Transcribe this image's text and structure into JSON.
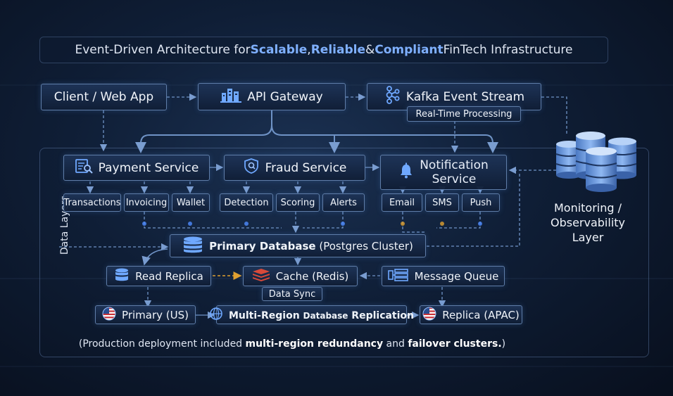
{
  "title": {
    "pre": "Event-Driven Architecture for ",
    "w1": "Scalable",
    "sep1": ", ",
    "w2": "Reliable",
    "sep2": " & ",
    "w3": "Compliant",
    "post": " FinTech Infrastructure"
  },
  "top": {
    "client": "Client / Web App",
    "gateway": "API Gateway",
    "kafka": "Kafka Event Stream",
    "realtime": "Real-Time Processing"
  },
  "side_label": "Data Layers",
  "services": {
    "payment": "Payment Service",
    "fraud": "Fraud Service",
    "notification_line1": "Notification",
    "notification_line2": "Service"
  },
  "sub": {
    "transactions": "Transactions",
    "invoicing": "Invoicing",
    "wallet": "Wallet",
    "detection": "Detection",
    "scoring": "Scoring",
    "alerts": "Alerts",
    "email": "Email",
    "sms": "SMS",
    "push": "Push"
  },
  "data": {
    "primary_db_bold": "Primary Database",
    "primary_db_rest": " (Postgres Cluster)",
    "read_replica": "Read Replica",
    "cache": "Cache (Redis)",
    "queue": "Message Queue",
    "data_sync": "Data Sync",
    "primary_us": "Primary (US)",
    "multi_region_1": "Multi-Region ",
    "multi_region_2": "Database",
    "multi_region_3": " Replication",
    "replica_apac": "Replica (APAC)"
  },
  "monitoring": {
    "line1": "Monitoring /",
    "line2": "Observability",
    "line3": "Layer"
  },
  "footer": {
    "pre": "(Production deployment included ",
    "b1": "multi-region redundancy",
    "mid": " and ",
    "b2": "failover clusters.",
    "post": ")"
  },
  "colors": {
    "accent": "#7fb0ff",
    "wire": "#6f93c6",
    "dash_gold": "#e0a030",
    "cache_red": "#d84a3a"
  },
  "icons": {
    "gateway": "building-icon",
    "kafka": "kafka-icon",
    "payment": "invoice-search-icon",
    "fraud": "shield-icon",
    "notification": "bell-icon",
    "db": "database-icon",
    "cache": "redis-stack-icon",
    "queue": "queue-icon",
    "flag": "us-flag-icon",
    "replication": "replication-icon",
    "monitoring": "database-cluster-icon"
  }
}
